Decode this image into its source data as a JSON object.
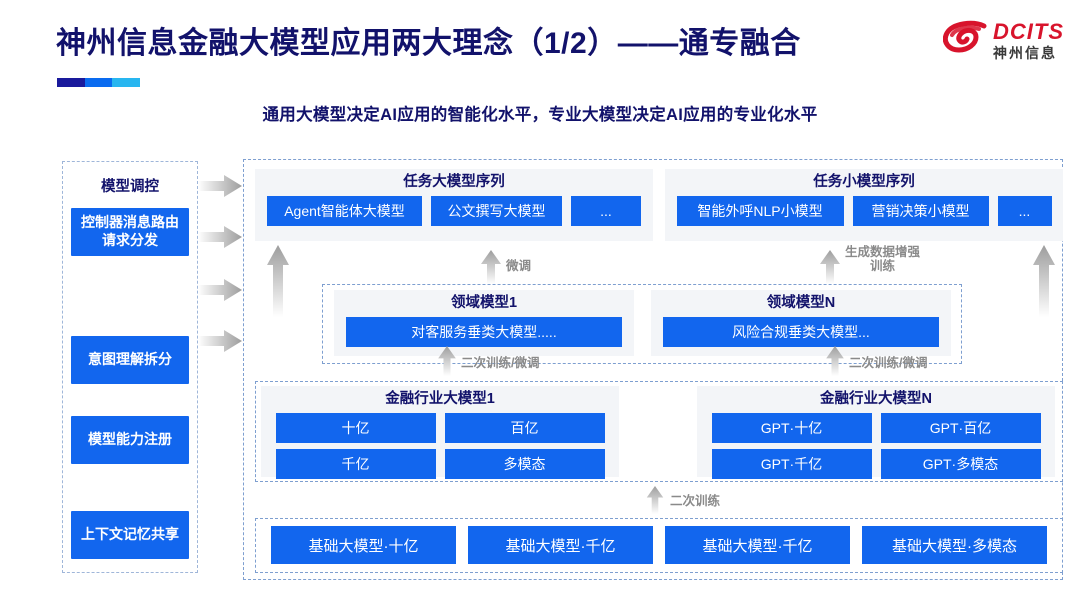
{
  "header": {
    "title": "神州信息金融大模型应用两大理念（1/2）——通专融合",
    "subtitle": "通用大模型决定AI应用的智能化水平，专业大模型决定AI应用的专业化水平",
    "accent_colors": [
      "#1a1a9c",
      "#0a6bf0",
      "#28b6f0"
    ]
  },
  "logo": {
    "en": "DCITS",
    "cn": "神州信息",
    "mark_color": "#d8142c"
  },
  "colors": {
    "primary_blue": "#1266ee",
    "title_navy": "#12126b",
    "panel_gray": "#f3f5f8",
    "dashed_border": "#7e9fd0",
    "arrow_gray": "#b8b8b8"
  },
  "control_panel": {
    "title": "模型调控",
    "items": [
      {
        "label": "控制器消息路由请求分发"
      },
      {
        "label": "意图理解拆分"
      },
      {
        "label": "模型能力注册"
      },
      {
        "label": "上下文记忆共享"
      }
    ]
  },
  "task_groups": [
    {
      "title": "任务大模型序列",
      "chips": [
        "Agent智能体大模型",
        "公文撰写大模型",
        "..."
      ]
    },
    {
      "title": "任务小模型序列",
      "chips": [
        "智能外呼NLP小模型",
        "营销决策小模型",
        "..."
      ]
    }
  ],
  "domain_groups": [
    {
      "title": "领域模型1",
      "chips": [
        "对客服务垂类大模型....."
      ]
    },
    {
      "title": "领域模型N",
      "chips": [
        "风险合规垂类大模型..."
      ]
    }
  ],
  "industry_groups": [
    {
      "title": "金融行业大模型1",
      "rows": [
        [
          "十亿",
          "百亿"
        ],
        [
          "千亿",
          "多模态"
        ]
      ]
    },
    {
      "title": "金融行业大模型N",
      "rows": [
        [
          "GPT·十亿",
          "GPT·百亿"
        ],
        [
          "GPT·千亿",
          "GPT·多模态"
        ]
      ]
    }
  ],
  "base_models": [
    "基础大模型·十亿",
    "基础大模型·千亿",
    "基础大模型·千亿",
    "基础大模型·多模态"
  ],
  "arrow_labels": {
    "finetune": "微调",
    "data_augment": "生成数据增强\n训练",
    "retrain_finetune_left": "二次训练/微调",
    "retrain_finetune_right": "二次训练/微调",
    "retrain": "二次训练"
  }
}
